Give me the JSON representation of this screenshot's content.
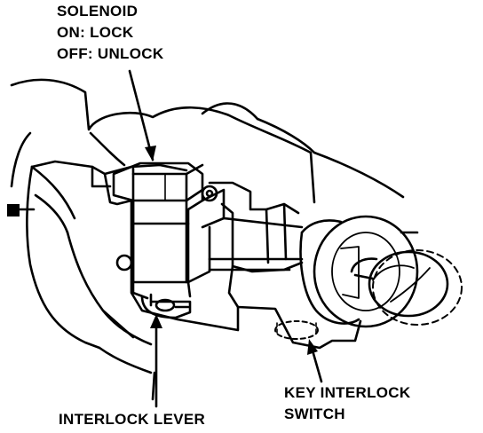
{
  "labels": {
    "solenoid": [
      "SOLENOID",
      "ON: LOCK",
      "OFF: UNLOCK"
    ],
    "key_interlock_switch": [
      "KEY INTERLOCK",
      "SWITCH"
    ],
    "interlock_lever": "INTERLOCK LEVER"
  },
  "colors": {
    "ink": "#000000",
    "paper": "#ffffff"
  }
}
